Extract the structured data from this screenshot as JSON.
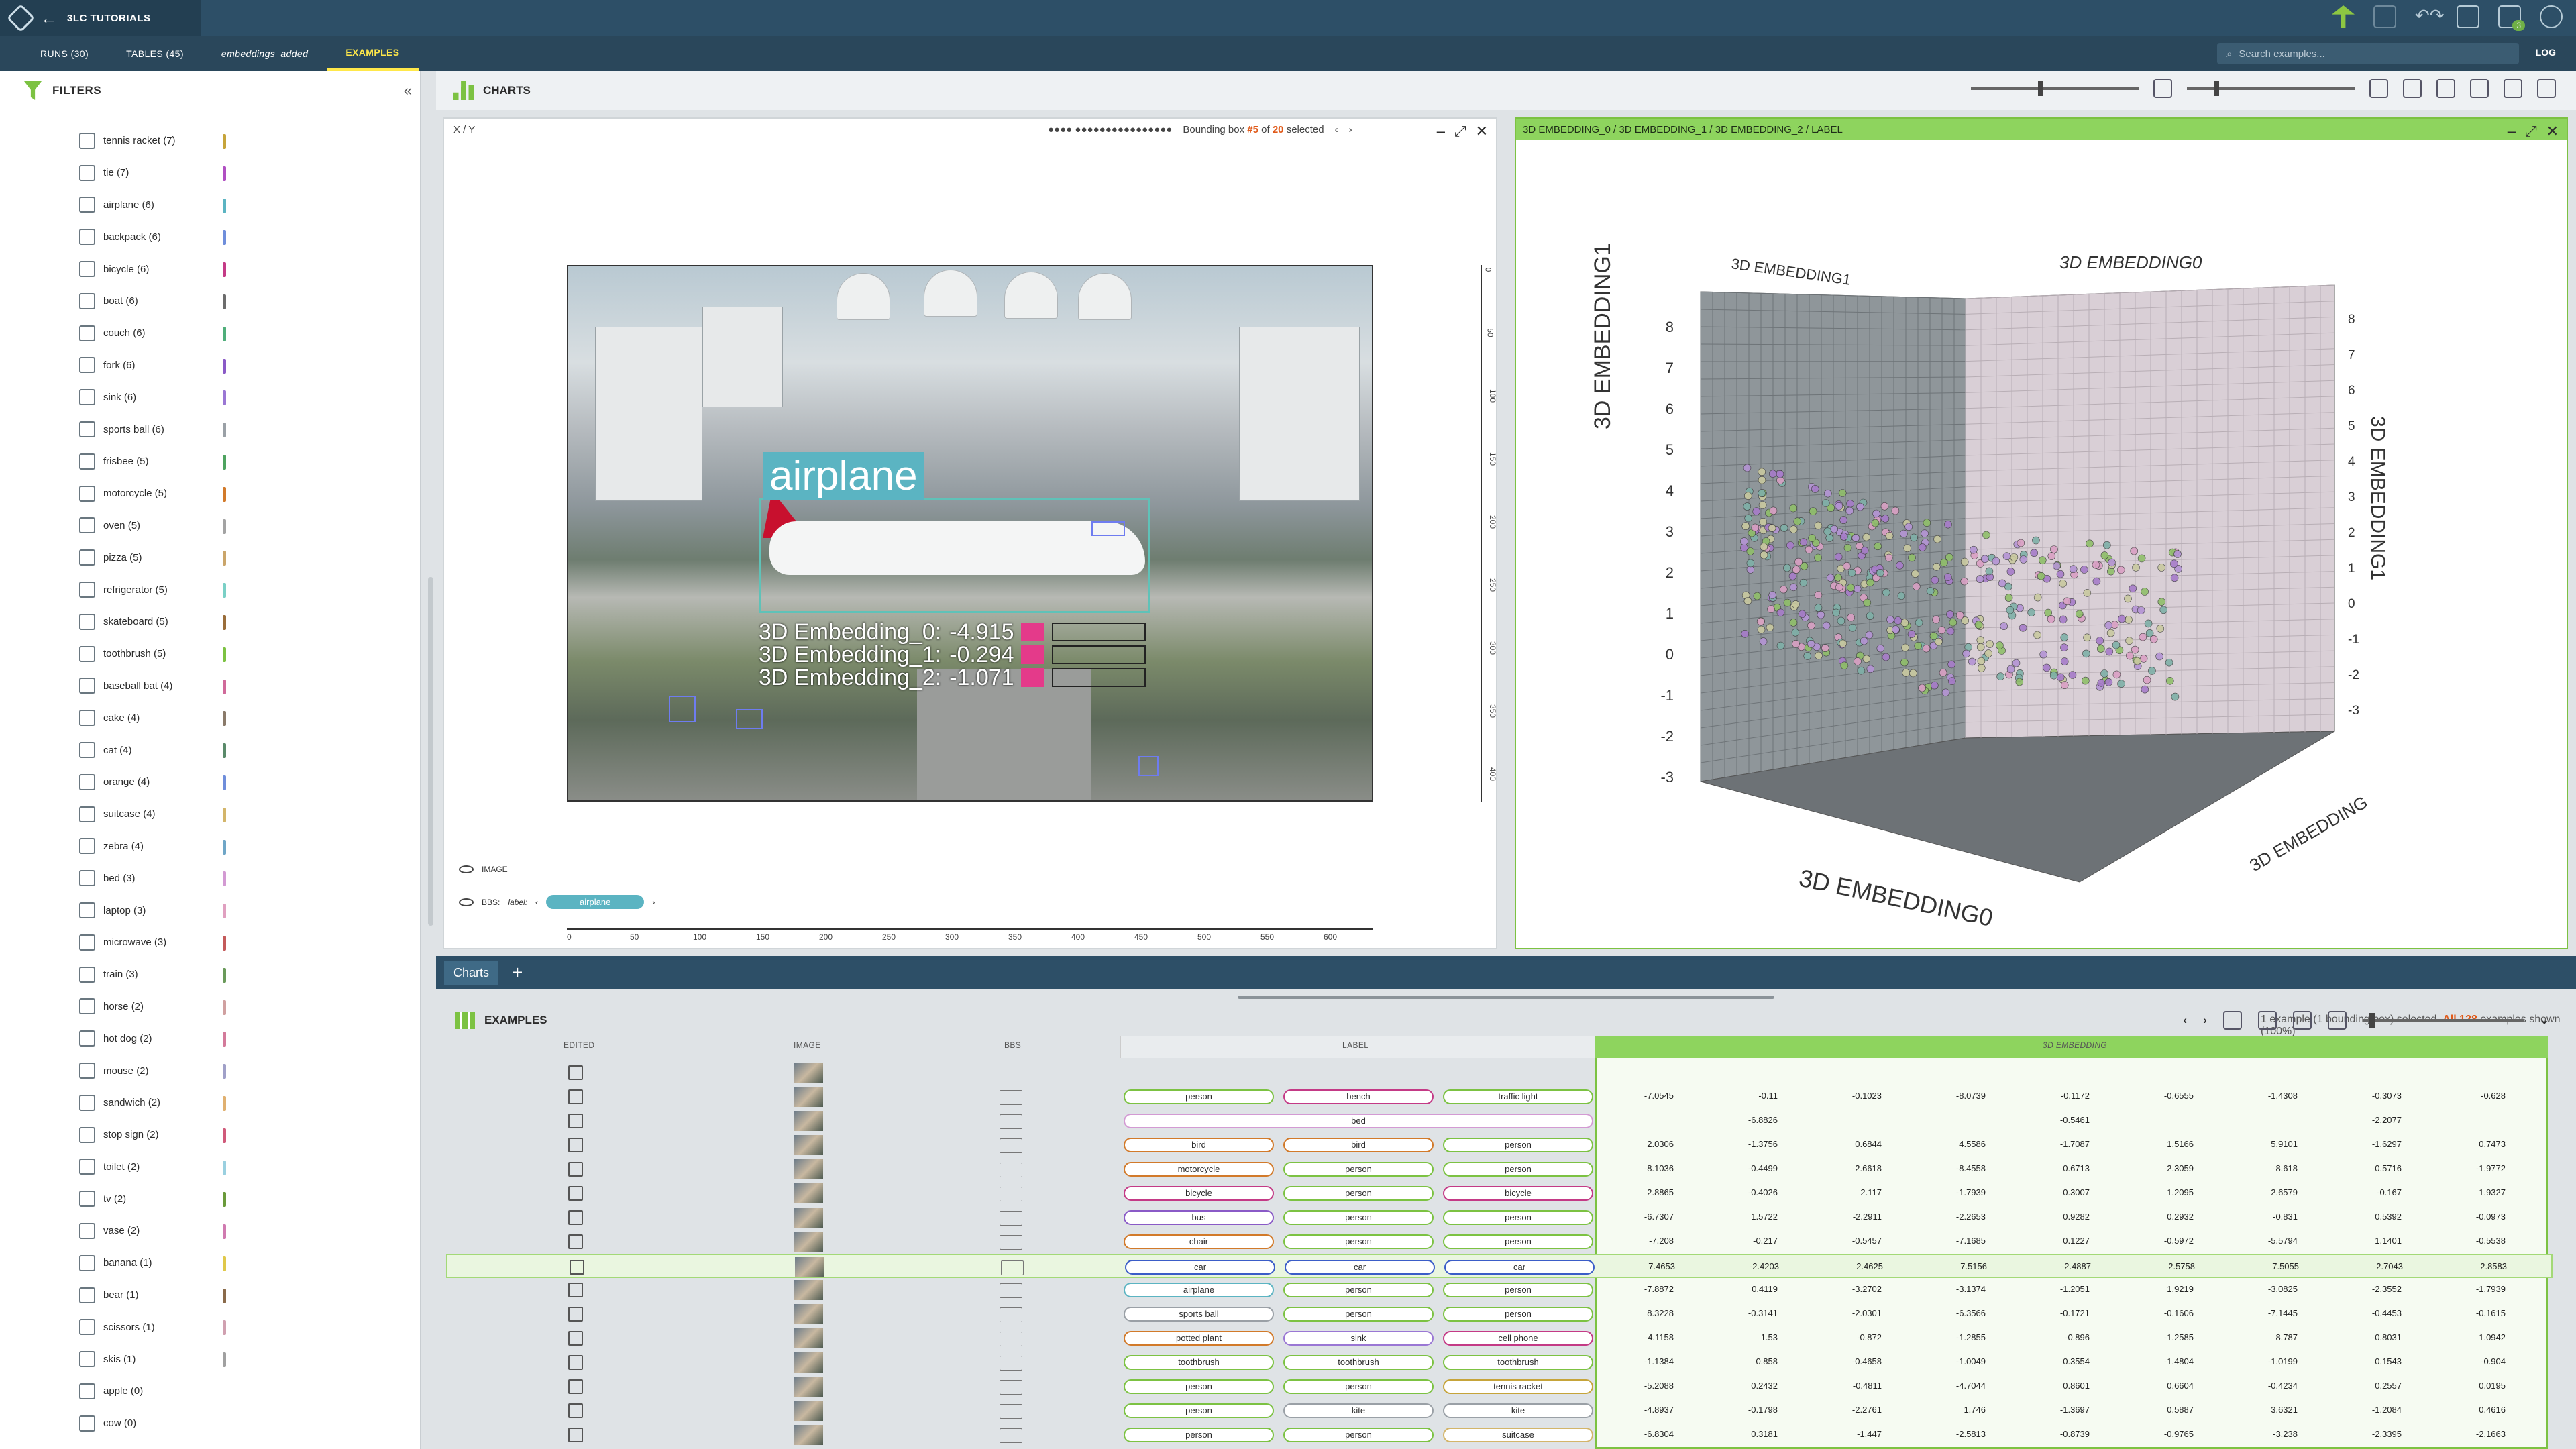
{
  "app": {
    "project": "3LC TUTORIALS",
    "back_icon": "arrow-left-icon"
  },
  "nav": {
    "runs": "RUNS (30)",
    "tables": "TABLES (45)",
    "table_name": "embeddings_added",
    "examples": "EXAMPLES",
    "search_placeholder": "Search examples...",
    "log": "LOG"
  },
  "notification_count": "3",
  "filters": {
    "title": "FILTERS",
    "items": [
      {
        "label": "tennis racket (7)",
        "color": "#c6a43a"
      },
      {
        "label": "tie (7)",
        "color": "#b04fc2"
      },
      {
        "label": "airplane (6)",
        "color": "#5bb4c2"
      },
      {
        "label": "backpack (6)",
        "color": "#6f8edb"
      },
      {
        "label": "bicycle (6)",
        "color": "#c43a86"
      },
      {
        "label": "boat (6)",
        "color": "#6c6c6c"
      },
      {
        "label": "couch (6)",
        "color": "#4fae7a"
      },
      {
        "label": "fork (6)",
        "color": "#8a5ac7"
      },
      {
        "label": "sink (6)",
        "color": "#9a77d4"
      },
      {
        "label": "sports ball (6)",
        "color": "#9aa0a6"
      },
      {
        "label": "frisbee (5)",
        "color": "#4ea35f"
      },
      {
        "label": "motorcycle (5)",
        "color": "#d27a2a"
      },
      {
        "label": "oven (5)",
        "color": "#a3a3a3"
      },
      {
        "label": "pizza (5)",
        "color": "#caa56a"
      },
      {
        "label": "refrigerator (5)",
        "color": "#7ad0c6"
      },
      {
        "label": "skateboard (5)",
        "color": "#9a6d3a"
      },
      {
        "label": "toothbrush (5)",
        "color": "#7cc242"
      },
      {
        "label": "baseball bat (4)",
        "color": "#d06a9a"
      },
      {
        "label": "cake (4)",
        "color": "#8a7a6a"
      },
      {
        "label": "cat (4)",
        "color": "#5a8a6a"
      },
      {
        "label": "orange (4)",
        "color": "#6f8edb"
      },
      {
        "label": "suitcase (4)",
        "color": "#d3b56a"
      },
      {
        "label": "zebra (4)",
        "color": "#6fa6c7"
      },
      {
        "label": "bed (3)",
        "color": "#d39ad3"
      },
      {
        "label": "laptop (3)",
        "color": "#e0a0c0"
      },
      {
        "label": "microwave (3)",
        "color": "#c45a5a"
      },
      {
        "label": "train (3)",
        "color": "#6a9a5a"
      },
      {
        "label": "horse (2)",
        "color": "#d0a0a0"
      },
      {
        "label": "hot dog (2)",
        "color": "#d37a9a"
      },
      {
        "label": "mouse (2)",
        "color": "#a0a0c8"
      },
      {
        "label": "sandwich (2)",
        "color": "#e0b070"
      },
      {
        "label": "stop sign (2)",
        "color": "#d05a7a"
      },
      {
        "label": "toilet (2)",
        "color": "#9ad0e0"
      },
      {
        "label": "tv (2)",
        "color": "#6a9a3a"
      },
      {
        "label": "vase (2)",
        "color": "#d07ab0"
      },
      {
        "label": "banana (1)",
        "color": "#e0c84a"
      },
      {
        "label": "bear (1)",
        "color": "#8a6a4a"
      },
      {
        "label": "scissors (1)",
        "color": "#d0a0b0"
      },
      {
        "label": "skis (1)",
        "color": "#a0a0a0"
      },
      {
        "label": "apple (0)",
        "color": ""
      },
      {
        "label": "cow (0)",
        "color": ""
      }
    ]
  },
  "charts": {
    "title": "CHARTS",
    "tab": "Charts"
  },
  "panel1": {
    "title": "X / Y",
    "bbox_text_pre": "Bounding box ",
    "bbox_index": "#5",
    "bbox_of": " of ",
    "bbox_total": "20",
    "bbox_post": " selected",
    "image_label": "airplane",
    "embeddings": [
      {
        "label": "3D Embedding_0:",
        "value": "-4.915"
      },
      {
        "label": "3D Embedding_1:",
        "value": "-0.294"
      },
      {
        "label": "3D Embedding_2:",
        "value": "-1.071"
      }
    ],
    "image_toggle": "IMAGE",
    "bbs_toggle": "BBS:",
    "bbs_field": "label:",
    "bbs_value": "airplane",
    "x_ticks": [
      "0",
      "50",
      "100",
      "150",
      "200",
      "250",
      "300",
      "350",
      "400",
      "450",
      "500",
      "550",
      "600"
    ],
    "y_ticks": [
      "0",
      "50",
      "100",
      "150",
      "200",
      "250",
      "300",
      "350",
      "400"
    ]
  },
  "panel2": {
    "title": "3D EMBEDDING_0 / 3D EMBEDDING_1 / 3D EMBEDDING_2 / LABEL",
    "axis_x": "3D EMBEDDING0",
    "axis_y": "3D EMBEDDING1",
    "axis_z": "3D EMBEDDING",
    "top_left": "3D EMBEDDING1",
    "top_right": "3D EMBEDDING0",
    "right_side": "3D EMBEDDING1",
    "y_ticks": [
      "8",
      "7",
      "6",
      "5",
      "4",
      "3",
      "2",
      "1",
      "0",
      "-1",
      "-2",
      "-3"
    ],
    "right_ticks": [
      "8",
      "7",
      "6",
      "5",
      "4",
      "3",
      "2",
      "1",
      "0",
      "-1",
      "-2",
      "-3"
    ]
  },
  "examples": {
    "title": "EXAMPLES",
    "sel_pre": "1 example (1 bounding box) selected. ",
    "sel_all": "All 128",
    "sel_post": " examples shown (100%)",
    "cols": {
      "edited": "EDITED",
      "image": "IMAGE",
      "bbs": "BBS",
      "label": "LABEL",
      "emb": "3D EMBEDDING"
    },
    "rows": [
      {
        "labels": [],
        "nums": []
      },
      {
        "labels": [
          [
            "person",
            "#7cc242"
          ],
          [
            "bench",
            "#c43a86"
          ],
          [
            "traffic light",
            "#7cc242"
          ]
        ],
        "nums": [
          "-7.0545",
          "-0.11",
          "-0.1023",
          "-8.0739",
          "-0.1172",
          "-0.6555",
          "-1.4308",
          "-0.3073",
          "-0.628"
        ]
      },
      {
        "labels": [
          [
            "bed",
            "#d39ad3"
          ]
        ],
        "nums": [
          "",
          "-6.8826",
          "",
          "",
          "-0.5461",
          "",
          "",
          "-2.2077",
          ""
        ]
      },
      {
        "labels": [
          [
            "bird",
            "#d27a2a"
          ],
          [
            "bird",
            "#d27a2a"
          ],
          [
            "person",
            "#7cc242"
          ]
        ],
        "nums": [
          "2.0306",
          "-1.3756",
          "0.6844",
          "4.5586",
          "-1.7087",
          "1.5166",
          "5.9101",
          "-1.6297",
          "0.7473"
        ]
      },
      {
        "labels": [
          [
            "motorcycle",
            "#d27a2a"
          ],
          [
            "person",
            "#7cc242"
          ],
          [
            "person",
            "#7cc242"
          ]
        ],
        "nums": [
          "-8.1036",
          "-0.4499",
          "-2.6618",
          "-8.4558",
          "-0.6713",
          "-2.3059",
          "-8.618",
          "-0.5716",
          "-1.9772"
        ]
      },
      {
        "labels": [
          [
            "bicycle",
            "#c43a86"
          ],
          [
            "person",
            "#7cc242"
          ],
          [
            "bicycle",
            "#c43a86"
          ]
        ],
        "nums": [
          "2.8865",
          "-0.4026",
          "2.117",
          "-1.7939",
          "-0.3007",
          "1.2095",
          "2.6579",
          "-0.167",
          "1.9327"
        ]
      },
      {
        "labels": [
          [
            "bus",
            "#8a5ac7"
          ],
          [
            "person",
            "#7cc242"
          ],
          [
            "person",
            "#7cc242"
          ]
        ],
        "nums": [
          "-6.7307",
          "1.5722",
          "-2.2911",
          "-2.2653",
          "0.9282",
          "0.2932",
          "-0.831",
          "0.5392",
          "-0.0973"
        ]
      },
      {
        "labels": [
          [
            "chair",
            "#d27a2a"
          ],
          [
            "person",
            "#7cc242"
          ],
          [
            "person",
            "#7cc242"
          ]
        ],
        "nums": [
          "-7.208",
          "-0.217",
          "-0.5457",
          "-7.1685",
          "0.1227",
          "-0.5972",
          "-5.5794",
          "1.1401",
          "-0.5538"
        ]
      },
      {
        "labels": [
          [
            "car",
            "#3b5dc8"
          ],
          [
            "car",
            "#3b5dc8"
          ],
          [
            "car",
            "#3b5dc8"
          ]
        ],
        "nums": [
          "7.4653",
          "-2.4203",
          "2.4625",
          "7.5156",
          "-2.4887",
          "2.5758",
          "7.5055",
          "-2.7043",
          "2.8583"
        ],
        "selected": true
      },
      {
        "labels": [
          [
            "airplane",
            "#5bb4c2"
          ],
          [
            "person",
            "#7cc242"
          ],
          [
            "person",
            "#7cc242"
          ]
        ],
        "nums": [
          "-7.8872",
          "0.4119",
          "-3.2702",
          "-3.1374",
          "-1.2051",
          "1.9219",
          "-3.0825",
          "-2.3552",
          "-1.7939"
        ]
      },
      {
        "labels": [
          [
            "sports ball",
            "#9aa0a6"
          ],
          [
            "person",
            "#7cc242"
          ],
          [
            "person",
            "#7cc242"
          ]
        ],
        "nums": [
          "8.3228",
          "-0.3141",
          "-2.0301",
          "-6.3566",
          "-0.1721",
          "-0.1606",
          "-7.1445",
          "-0.4453",
          "-0.1615"
        ]
      },
      {
        "labels": [
          [
            "potted plant",
            "#d27a2a"
          ],
          [
            "sink",
            "#9a77d4"
          ],
          [
            "cell phone",
            "#c43a86"
          ]
        ],
        "nums": [
          "-4.1158",
          "1.53",
          "-0.872",
          "-1.2855",
          "-0.896",
          "-1.2585",
          "8.787",
          "-0.8031",
          "1.0942"
        ]
      },
      {
        "labels": [
          [
            "toothbrush",
            "#7cc242"
          ],
          [
            "toothbrush",
            "#7cc242"
          ],
          [
            "toothbrush",
            "#7cc242"
          ]
        ],
        "nums": [
          "-1.1384",
          "0.858",
          "-0.4658",
          "-1.0049",
          "-0.3554",
          "-1.4804",
          "-1.0199",
          "0.1543",
          "-0.904"
        ]
      },
      {
        "labels": [
          [
            "person",
            "#7cc242"
          ],
          [
            "person",
            "#7cc242"
          ],
          [
            "tennis racket",
            "#c6a43a"
          ]
        ],
        "nums": [
          "-5.2088",
          "0.2432",
          "-0.4811",
          "-4.7044",
          "0.8601",
          "0.6604",
          "-0.4234",
          "0.2557",
          "0.0195"
        ]
      },
      {
        "labels": [
          [
            "person",
            "#7cc242"
          ],
          [
            "kite",
            "#9aa0a6"
          ],
          [
            "kite",
            "#9aa0a6"
          ]
        ],
        "nums": [
          "-4.8937",
          "-0.1798",
          "-2.2761",
          "1.746",
          "-1.3697",
          "0.5887",
          "3.6321",
          "-1.2084",
          "0.4616"
        ]
      },
      {
        "labels": [
          [
            "person",
            "#7cc242"
          ],
          [
            "person",
            "#7cc242"
          ],
          [
            "suitcase",
            "#d3b56a"
          ]
        ],
        "nums": [
          "-6.8304",
          "0.3181",
          "-1.447",
          "-2.5813",
          "-0.8739",
          "-0.9765",
          "-3.238",
          "-2.3395",
          "-2.1663"
        ]
      }
    ]
  }
}
